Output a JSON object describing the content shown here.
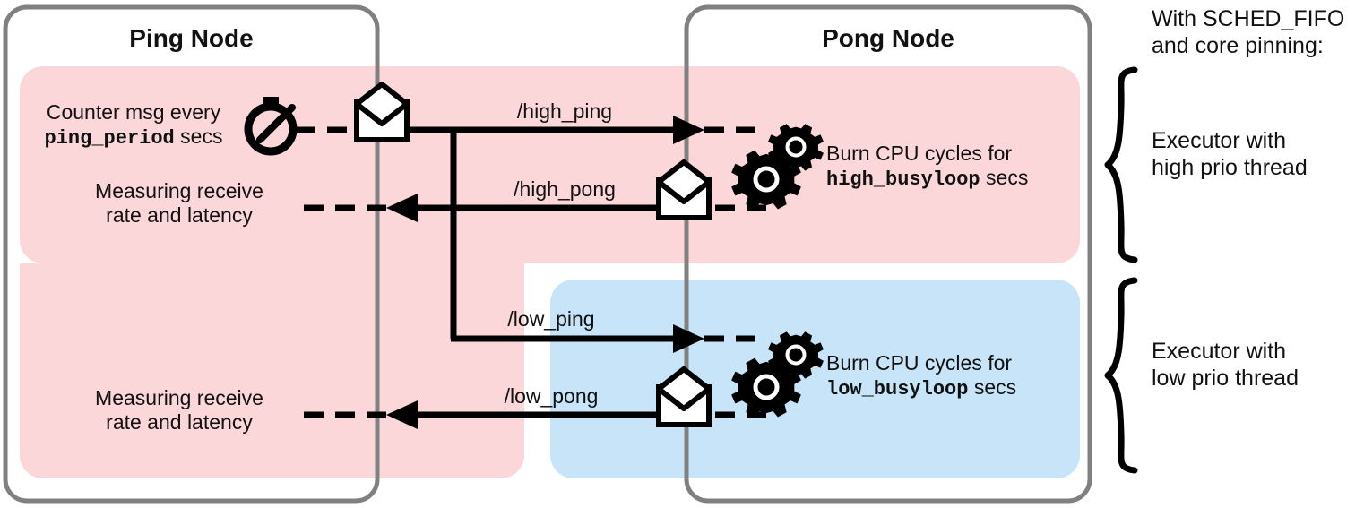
{
  "diagram": {
    "title_ping": "Ping Node",
    "title_pong": "Pong Node",
    "colors": {
      "high_band": "#fcd7da",
      "low_band": "#c7e4f8",
      "node_border": "#808080",
      "ink": "#000000"
    },
    "ping_node": {
      "timer_note_line1": "Counter msg every",
      "timer_note_mono": "ping_period",
      "timer_note_tail": "secs",
      "measure_high_line1": "Measuring receive",
      "measure_high_line2": "rate and latency",
      "measure_low_line1": "Measuring receive",
      "measure_low_line2": "rate and latency"
    },
    "pong_node": {
      "burn_high_line1": "Burn CPU cycles for",
      "burn_high_mono": "high_busyloop",
      "burn_high_tail": "secs",
      "burn_low_line1": "Burn CPU cycles for",
      "burn_low_mono": "low_busyloop",
      "burn_low_tail": "secs"
    },
    "topics": {
      "high_ping": "/high_ping",
      "high_pong": "/high_pong",
      "low_ping": "/low_ping",
      "low_pong": "/low_pong"
    },
    "annotations": {
      "header_line1": "With SCHED_FIFO",
      "header_line2": "and core pinning:",
      "high_exec_line1": "Executor with",
      "high_exec_line2": "high prio thread",
      "low_exec_line1": "Executor with",
      "low_exec_line2": "low prio thread"
    },
    "icons": {
      "stopwatch": "stopwatch-icon",
      "envelope_ping": "envelope-icon",
      "envelope_high_pong": "envelope-icon",
      "envelope_low_pong": "envelope-icon",
      "gears_high": "gears-icon",
      "gears_low": "gears-icon",
      "brace_high": "curly-brace-icon",
      "brace_low": "curly-brace-icon"
    }
  }
}
